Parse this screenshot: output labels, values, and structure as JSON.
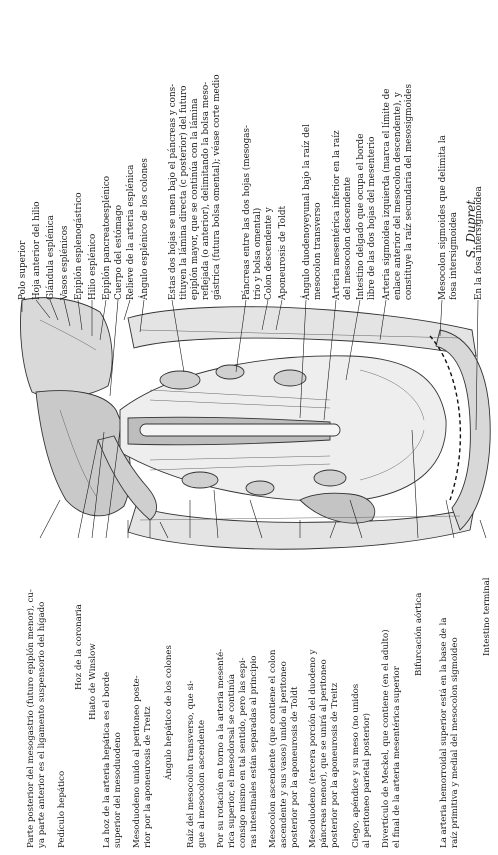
{
  "figure": {
    "signature": "S. Dupret",
    "labels_top": [
      "Polo superior",
      "Hoja anterior del hilio",
      "Glándula esplénica",
      "Vasos esplénicos",
      "Epiplón esplenogástrico",
      "Hilio esplénico",
      "Epiplón pancreatoesplénico",
      "Cuerpo del estómago",
      "Relieve de la arteria esplénica",
      "Ángulo esplénico de los colones",
      "Estas dos hojas se unen bajo el páncreas y cons-",
      "tituyen la lámina directa (c posterior) del futuro",
      "epiplón mayor, que se continúa con la lámina",
      "reflejada (o anterior), delimitando la bolsa meso-",
      "gástrica (futura bolsa omental); véase corte medio",
      "Páncreas entre las dos hojas (mesogas-",
      "trio y bolsa omental)",
      "Colon descendente y",
      "Aponeurosis de Toldt",
      "Ángulo duodenoyeyunal bajo la raíz del",
      "mesocolon transverso",
      "Arteria mesentérica inferior en la raíz",
      "del mesocolon descendente",
      "Intestino delgado que ocupa el borde",
      "libre de las dos hojas del mesenterio",
      "Arteria sigmoidea izquierda (marca el límite de",
      "enlace anterior del mesocolon descendente), y",
      "constituye la raíz secundaria del mesosigmoides",
      "Mesocolon sigmoides que delimita la",
      "fosa intersigmoidea",
      "En la fosa intersigmoidea"
    ],
    "labels_bottom": [
      "Parte posterior del mesogastrio (futuro epiplón menor), cu-",
      "ya parte anterior es el ligamento suspensorio del hígado",
      "Pedículo hepático",
      "Hoz de la coronaria",
      "Hiato de Winslow",
      "La hoz de la arteria hepática es el borde",
      "superior del mesoduodeno",
      "Mesoduodeno unido al peritoneo poste-",
      "rior por la aponeurosis de Treitz",
      "Ángulo hepático de los colones",
      "Raíz del mesocolon transverso, que si-",
      "gue al mesocolon ascendente",
      "Por su rotación en torno a la arteria mesenté-",
      "rica superior, el mesodorsal se continúa",
      "consigo mismo en tal sentido, pero las espi-",
      "ras intestinales están separadas al principio",
      "Mesocolon ascendente (que contiene el colon",
      "ascendente y sus vasos) unido al peritoneo",
      "posterior por la aponeurosis de Toldt",
      "Mesoduodeno (tercera porción del duodeno y",
      "páncreas menor), que se unirá al peritoneo",
      "posterior por la aponeurosis de Treitz",
      "Ciego, apéndice y su meso (no unidos",
      "al peritoneo parietal posterior)",
      "Divertículo de Meckel, que contiene (en el adulto)",
      "el final de la arteria mesentérica superior",
      "Bifurcación aórtica",
      "La arteria hemorroidal superior está en la base de la",
      "raíz primitiva y medial del mesocolon sigmoideo",
      "Intestino terminal"
    ]
  }
}
